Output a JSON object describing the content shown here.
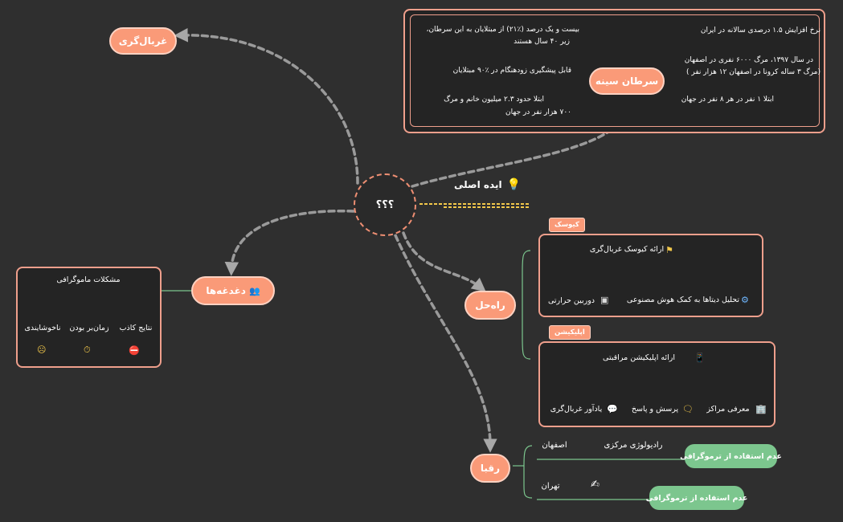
{
  "central": {
    "label": "؟؟؟"
  },
  "main_idea": {
    "label": "ایده اصلی",
    "icon": "lightbulb-icon"
  },
  "screening": {
    "label": "غربال‌گری"
  },
  "breast_cancer": {
    "label": "سرطان سینه",
    "right_items": [
      "نرخ افزایش ۱.۵ درصدی سالانه در ایران",
      "در سال ۱۳۹۷، مرگ ۶۰۰۰ نفری در اصفهان",
      "(مرگ ۳ ساله کرونا در اصفهان ۱۲ هزار نفر )",
      "ابتلا ۱ نفر در هر ۸ نفر در جهان"
    ],
    "left_items": [
      "بیست و یک درصد (٪۲۱) از مبتلایان به این سرطان،",
      "زیر ۴۰ سال هستند",
      "قابل پیشگیری زودهنگام  در ٪۹۰ مبتلایان",
      "ابتلا حدود ۲.۳ میلیون خانم و مرگ",
      "۷۰۰ هزار نفر در جهان"
    ]
  },
  "concerns": {
    "label": "دغدغه‌ها",
    "title": "مشکلات ماموگرافی",
    "items": [
      "نتایج کاذب",
      "زمان‌بر بودن",
      "ناخوشایندی"
    ]
  },
  "solution": {
    "label": "راه‌حل",
    "kiosk": {
      "tag": "کیوسک",
      "title": "ارائه کیوسک غربال‌گری",
      "items": [
        "تحلیل دیتاها به کمک هوش مصنوعی",
        "دوربین حرارتی"
      ]
    },
    "app": {
      "tag": "اپلیکیشن",
      "title": "ارائه اپلیکیشن مراقبتی",
      "items": [
        "معرفی مراکز",
        "پرسش و پاسخ",
        "یادآور غربال‌گری"
      ]
    }
  },
  "competitors": {
    "label": "رقبا",
    "rows": [
      {
        "city": "اصفهان",
        "name": "رادیولوژی مرکزی",
        "note": "عدم استفاده از ترموگرافی"
      },
      {
        "city": "تهران",
        "name": "",
        "note": "عدم استفاده از ترموگرافی"
      }
    ]
  },
  "colors": {
    "accent": "#fa9a78",
    "green": "#7cc68e",
    "background": "#2f2f2f",
    "line": "#9a9a9a"
  }
}
